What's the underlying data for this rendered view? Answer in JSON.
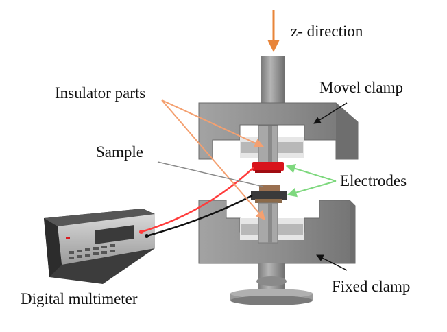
{
  "labels": {
    "direction": "z- direction",
    "movable_clamp": "Movel clamp",
    "insulator_parts": "Insulator parts",
    "sample": "Sample",
    "electrodes": "Electrodes",
    "fixed_clamp": "Fixed clamp",
    "digital_multimeter": "Digital multimeter"
  },
  "colors": {
    "force_arrow": "#e8853a",
    "insulator_pointer": "#f4a070",
    "electrode_pointer": "#7ed87e",
    "red_lead": "#ff3b3b",
    "black_lead": "#111111",
    "clamp_body": "#8e8e8e",
    "electrode_red": "#d8141c",
    "sample": "#9a7050"
  },
  "icons": {
    "force": "down-arrow-icon"
  }
}
